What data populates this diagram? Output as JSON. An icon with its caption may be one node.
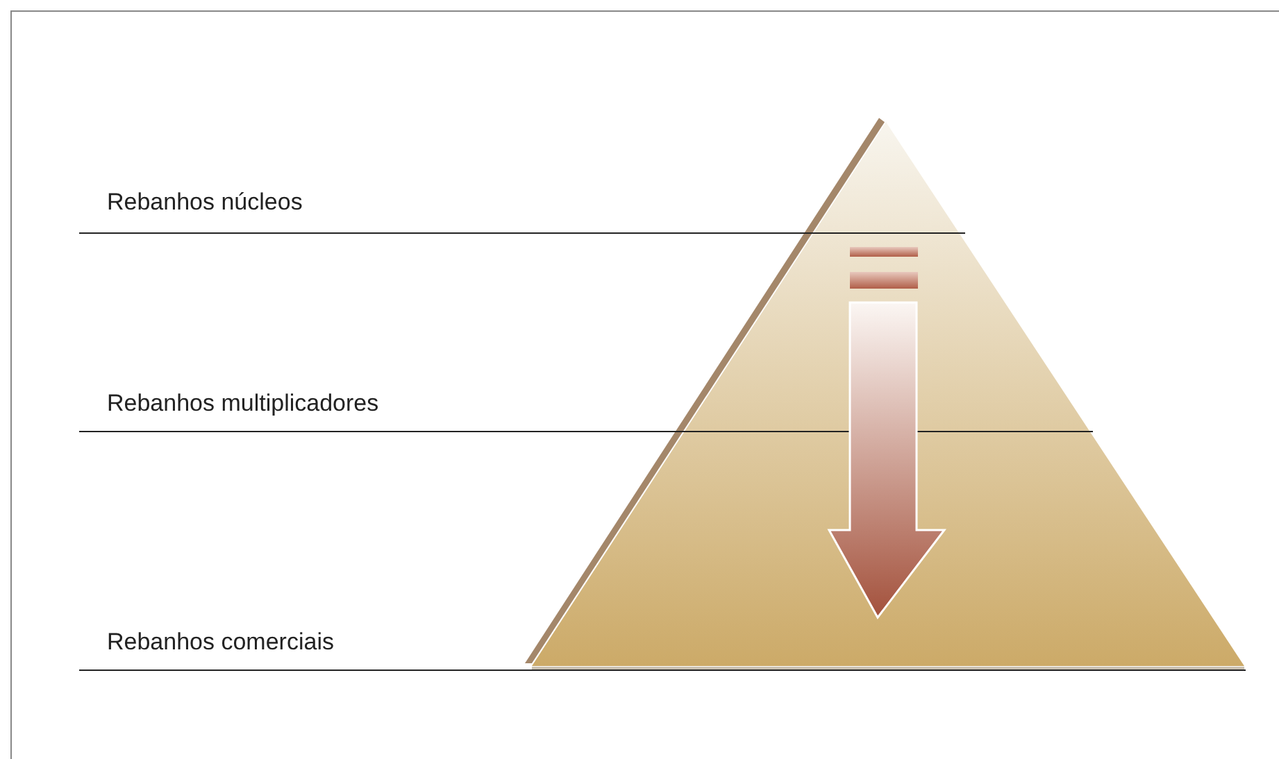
{
  "diagram": {
    "labels": [
      "Rebanhos núcleos",
      "Rebanhos multiplicadores",
      "Rebanhos comerciais"
    ]
  }
}
